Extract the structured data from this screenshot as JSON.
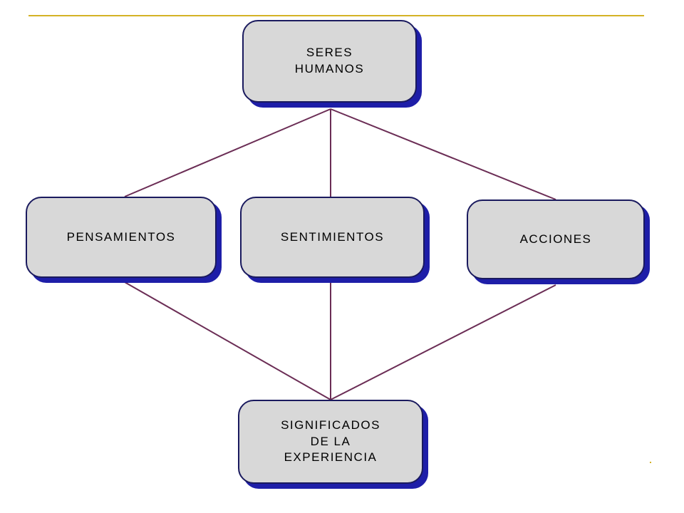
{
  "diagram": {
    "nodes": {
      "top": {
        "label": "SERES\nHUMANOS"
      },
      "left": {
        "label": "PENSAMIENTOS"
      },
      "center": {
        "label": "SENTIMIENTOS"
      },
      "right": {
        "label": "ACCIONES"
      },
      "bottom": {
        "label": "SIGNIFICADOS\nDE LA\nEXPERIENCIA"
      }
    },
    "edges": [
      {
        "from": "top",
        "to": "left"
      },
      {
        "from": "top",
        "to": "center"
      },
      {
        "from": "top",
        "to": "right"
      },
      {
        "from": "left",
        "to": "bottom"
      },
      {
        "from": "center",
        "to": "bottom"
      },
      {
        "from": "right",
        "to": "bottom"
      }
    ],
    "colors": {
      "accent_rule": "#d4b226",
      "connector": "#6b2d55",
      "node_fill": "#d8d8d8",
      "node_shadow": "#1e1ea8"
    }
  }
}
